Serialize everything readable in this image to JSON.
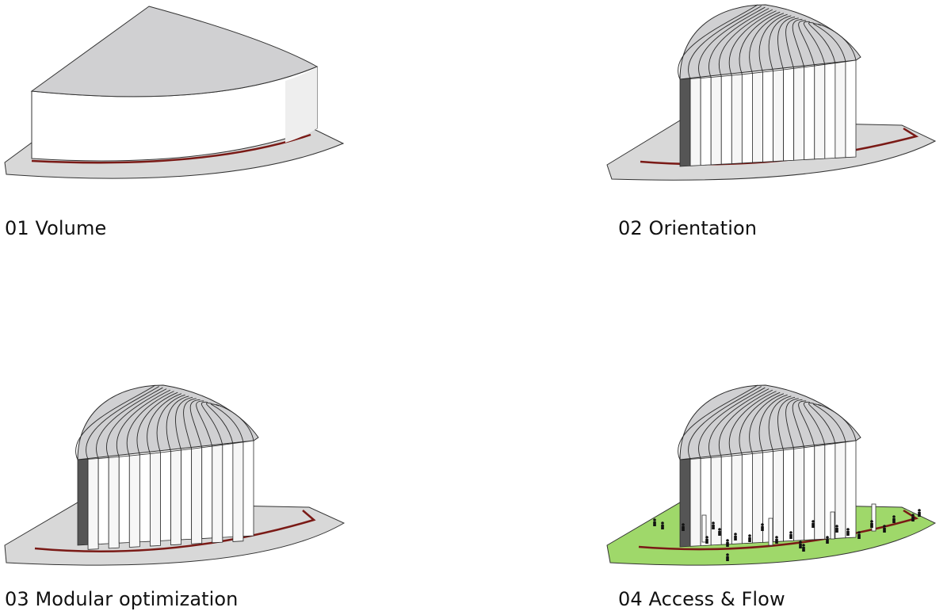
{
  "steps": [
    {
      "label": "01 Volume"
    },
    {
      "label": "02 Orientation"
    },
    {
      "label": "03 Modular optimization"
    },
    {
      "label": "04 Access & Flow"
    }
  ],
  "colors": {
    "roof": "#d0d0d2",
    "wall": "#ffffff",
    "plaza": "#d8d8d8",
    "plaza_green": "#9fd86a",
    "path": "#7a1a16",
    "outline": "#2a2a2a",
    "people": "#111111"
  }
}
